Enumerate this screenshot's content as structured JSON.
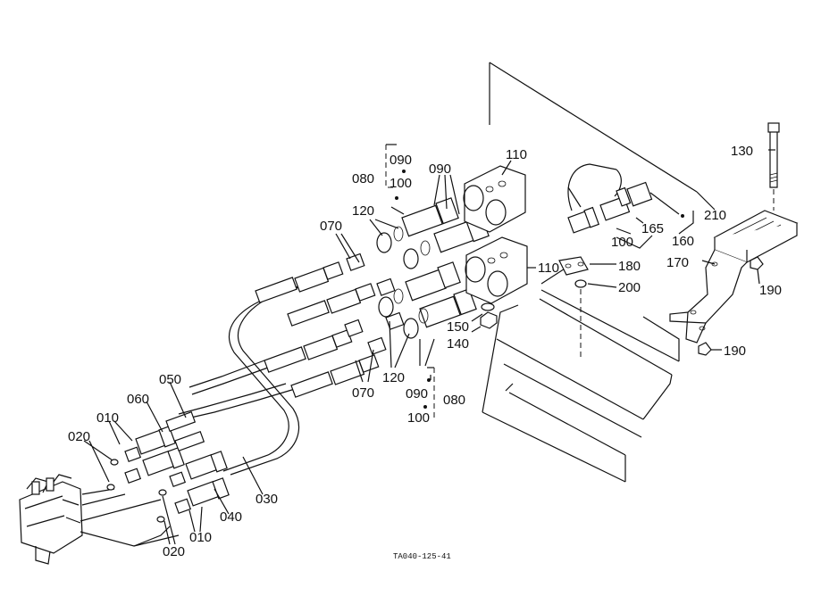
{
  "diagram": {
    "drawing_code": "TA040-125-41",
    "part_labels": {
      "p010a": "010",
      "p010b": "010",
      "p020a": "020",
      "p020b": "020",
      "p030": "030",
      "p040": "040",
      "p050": "050",
      "p060": "060",
      "p070a": "070",
      "p070b": "070",
      "p080a": "080",
      "p080b": "080",
      "p090a": "090",
      "p090b": "090",
      "p090c": "090",
      "p100a": "100",
      "p100b": "100",
      "p100c": "100",
      "p110a": "110",
      "p110b": "110",
      "p120a": "120",
      "p120b": "120",
      "p130": "130",
      "p140": "140",
      "p150": "150",
      "p160": "160",
      "p165": "165",
      "p170": "170",
      "p180": "180",
      "p190a": "190",
      "p190b": "190",
      "p200": "200",
      "p210": "210"
    }
  }
}
